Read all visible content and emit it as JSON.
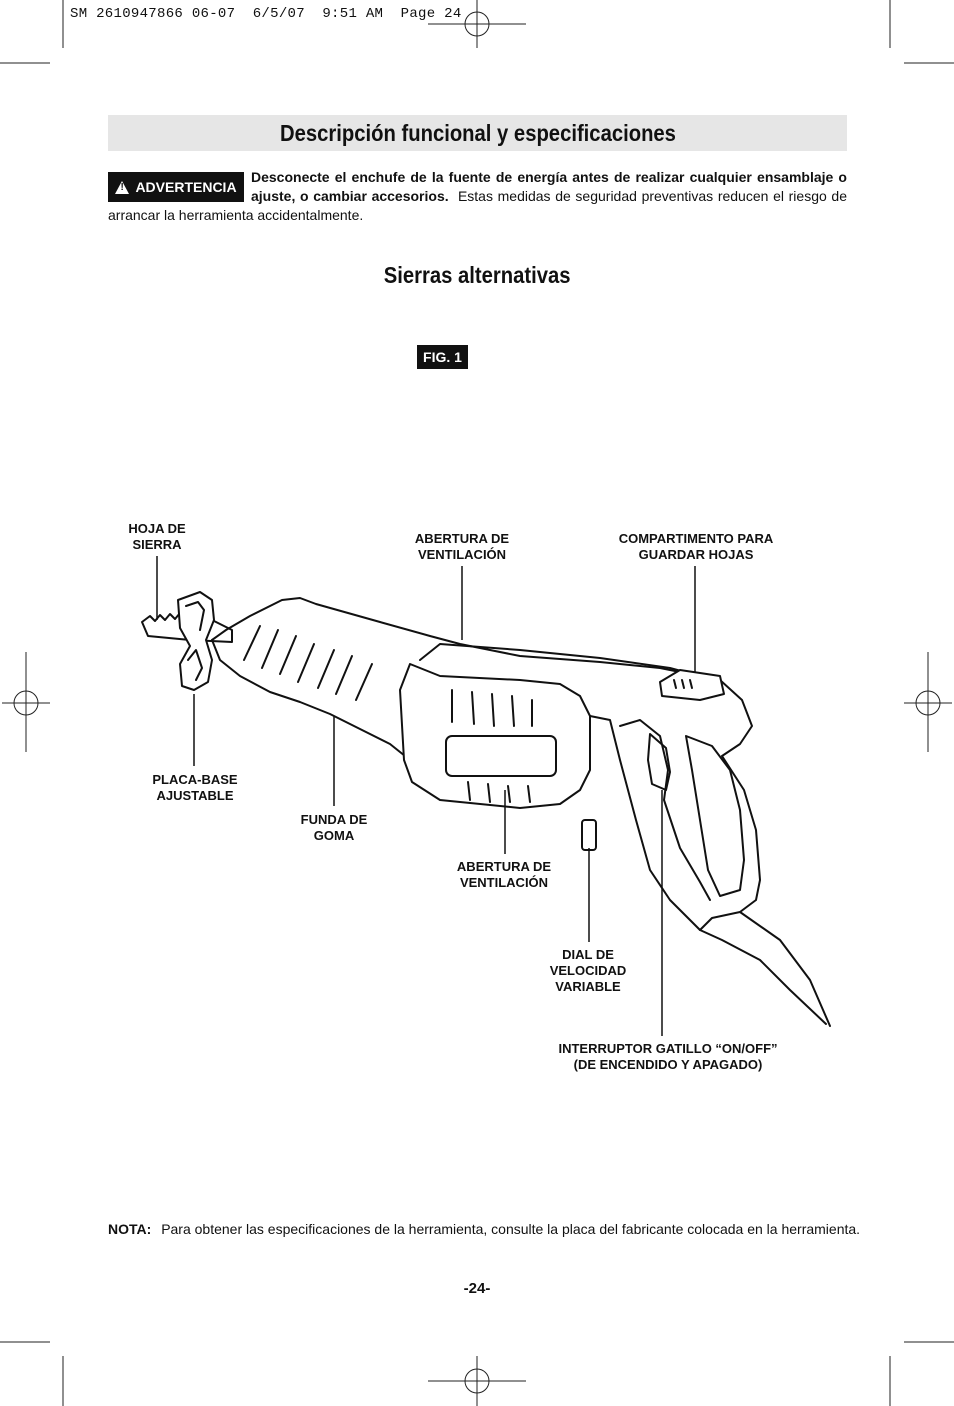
{
  "header": {
    "slug": "SM 2610947866 06-07  6/5/07  9:51 AM  Page 24"
  },
  "title": "Descripción funcional y especificaciones",
  "warning": {
    "badge": "ADVERTENCIA",
    "bold_text": "Desconecte el enchufe de la fuente de energía antes de realizar cualquier ensamblaje o ajuste, o cambiar accesorios.",
    "normal_text": "Estas medidas de seguridad preventivas reducen el riesgo de arrancar la herramienta accidentalmente."
  },
  "subtitle": "Sierras alternativas",
  "figure": {
    "badge": "FIG. 1",
    "labels": {
      "blade": "HOJA DE\nSIERRA",
      "vent_top": "ABERTURA DE\nVENTILACIÓN",
      "blade_storage": "COMPARTIMENTO PARA\nGUARDAR HOJAS",
      "footplate": "PLACA-BASE\nAJUSTABLE",
      "boot": "FUNDA DE\nGOMA",
      "vent_bottom": "ABERTURA DE\nVENTILACIÓN",
      "speed_dial": "DIAL DE\nVELOCIDAD\nVARIABLE",
      "trigger": "INTERRUPTOR GATILLO “ON/OFF”\n(DE ENCENDIDO Y APAGADO)"
    }
  },
  "note": {
    "label": "NOTA:",
    "text": "Para obtener las especificaciones de la herramienta, consulte la placa del fabricante colocada en la herramienta."
  },
  "page_number": "-24-"
}
